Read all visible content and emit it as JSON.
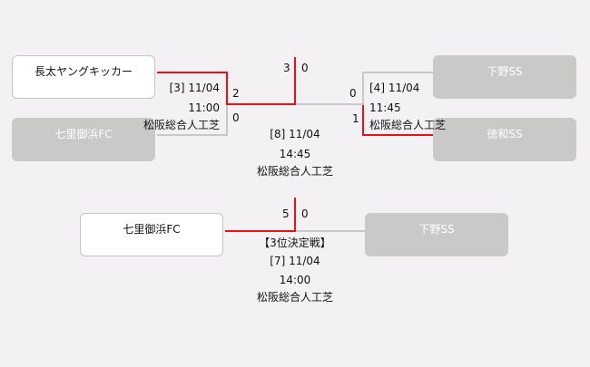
{
  "semifinal_left": {
    "team_top": "長太ヤングキッカー",
    "team_bottom": "七里御浜FC",
    "score_top": "2",
    "score_bottom": "0",
    "match": "[3] 11/04",
    "time": "11:00",
    "venue": "松阪総合人工芝"
  },
  "semifinal_right": {
    "team_top": "下野SS",
    "team_bottom": "徳和SS",
    "score_top": "0",
    "score_bottom": "1",
    "match": "[4] 11/04",
    "time": "11:45",
    "venue": "松阪総合人工芝"
  },
  "final": {
    "score_left": "3",
    "score_right": "0",
    "match": "[8] 11/04",
    "time": "14:45",
    "venue": "松阪総合人工芝"
  },
  "third_place": {
    "title": "【3位決定戦】",
    "team_left": "七里御浜FC",
    "team_right": "下野SS",
    "score_left": "5",
    "score_right": "0",
    "match": "[7] 11/04",
    "time": "14:00",
    "venue": "松阪総合人工芝"
  },
  "colors": {
    "win_line": "#ee1111",
    "lose_line": "#c8c8c8",
    "lose_box": "#c9cac7"
  }
}
